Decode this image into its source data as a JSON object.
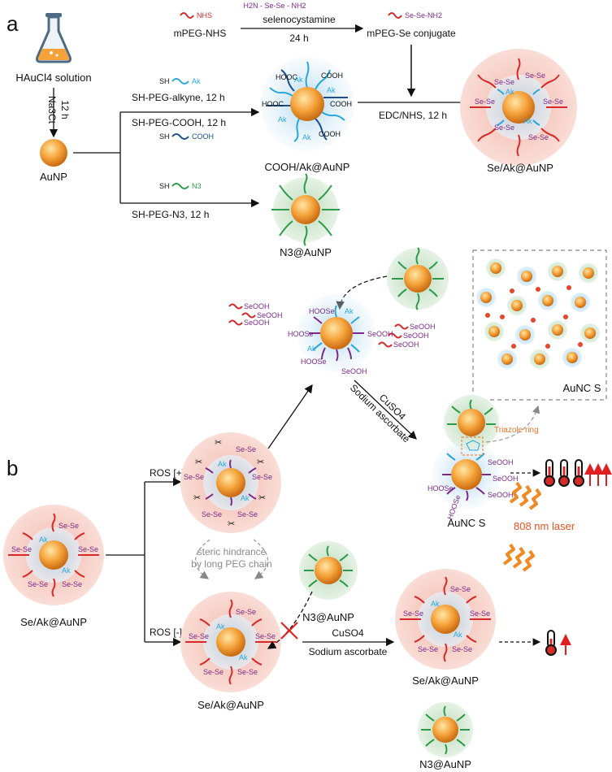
{
  "panels": {
    "a": "a",
    "b": "b"
  },
  "colors": {
    "gold": "#f5a23a",
    "red": "#d42a2a",
    "blue": "#2aa7d8",
    "green": "#2e9a4a",
    "purple": "#7b2a8a",
    "halo_red": "#f7c9c0",
    "halo_blue": "#bfe0f3",
    "halo_green": "#cfe6cf"
  },
  "top": {
    "flask_label": "HAuCl4 solution",
    "step_reagent": "Na3Ct",
    "step_time": "12 h",
    "aunp": "AuNP",
    "mpeg_nhs": "mPEG-NHS",
    "nhs_tag": "NHS",
    "selenocystamine_formula": "H2N - Se-Se - NH2",
    "selenocystamine": "selenocystamine",
    "time_24h": "24 h",
    "conjugate": "mPEG-Se conjugate",
    "conjugate_tag": "Se-Se-NH2",
    "sh": "SH",
    "ak": "Ak",
    "cooh": "COOH",
    "n3": "N3",
    "alkyne": "SH-PEG-alkyne, 12 h",
    "peg_cooh": "SH-PEG-COOH, 12 h",
    "peg_n3": "SH-PEG-N3, 12 h",
    "cooh_ak": "COOH/Ak@AuNP",
    "edc": "EDC/NHS, 12 h",
    "se_ak": "Se/Ak@AuNP",
    "n3_aunp": "N3@AuNP",
    "hooc": "HOOC",
    "sese": "Se-Se"
  },
  "bottom": {
    "seooh": "SeOOH",
    "hoose": "HOOSe",
    "cuso4": "CuSO4",
    "ascorbate": "Sodium ascorbate",
    "triazole": "Triazole ring",
    "aunc_s": "AuNC S",
    "aunc_s_box": "AuNC S",
    "laser": "808 nm laser",
    "ros_plus": "ROS [+]",
    "ros_minus": "ROS [-]",
    "steric1": "steric hindrance",
    "steric2": "by long PEG chain",
    "se_ak_left": "Se/Ak@AuNP",
    "se_ak_mid": "Se/Ak@AuNP",
    "se_ak_right": "Se/Ak@AuNP",
    "n3_aunp_mid": "N3@AuNP",
    "n3_aunp_bottom": "N3@AuNP",
    "cuso4_b": "CuSO4",
    "ascorbate_b": "Sodium ascorbate"
  }
}
